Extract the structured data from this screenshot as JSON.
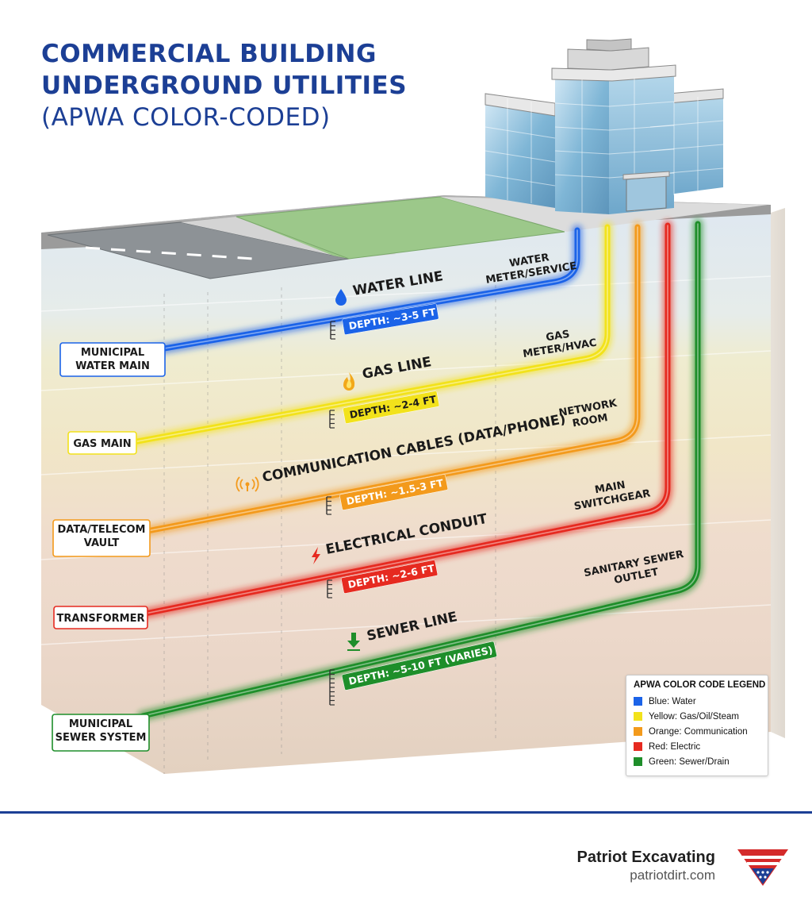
{
  "title": {
    "line1": "COMMERCIAL BUILDING",
    "line2": "UNDERGROUND UTILITIES",
    "line3": "(APWA COLOR-CODED)"
  },
  "utilities": [
    {
      "key": "water",
      "color": "#1b63e8",
      "name": "WATER LINE",
      "depth": "DEPTH: ~3-5 FT",
      "source": [
        "MUNICIPAL",
        "WATER MAIN"
      ],
      "building_end": [
        "WATER",
        "METER/SERVICE"
      ],
      "icon": "water-drop-icon"
    },
    {
      "key": "gas",
      "color": "#f2e21b",
      "name": "GAS LINE",
      "depth": "DEPTH: ~2-4 FT",
      "source": [
        "GAS MAIN"
      ],
      "building_end": [
        "GAS",
        "METER/HVAC"
      ],
      "icon": "flame-icon"
    },
    {
      "key": "comm",
      "color": "#f39a1c",
      "name": "COMMUNICATION CABLES (DATA/PHONE)",
      "depth": "DEPTH: ~1.5-3 FT",
      "source": [
        "DATA/TELECOM",
        "VAULT"
      ],
      "building_end": [
        "NETWORK",
        "ROOM"
      ],
      "icon": "antenna-icon"
    },
    {
      "key": "electric",
      "color": "#e62a20",
      "name": "ELECTRICAL CONDUIT",
      "depth": "DEPTH: ~2-6 FT",
      "source": [
        "TRANSFORMER"
      ],
      "building_end": [
        "MAIN",
        "SWITCHGEAR"
      ],
      "icon": "lightning-icon"
    },
    {
      "key": "sewer",
      "color": "#1e8e2a",
      "name": "SEWER LINE",
      "depth": "DEPTH: ~5-10 FT (VARIES)",
      "source": [
        "MUNICIPAL",
        "SEWER SYSTEM"
      ],
      "building_end": [
        "SANITARY SEWER",
        "OUTLET"
      ],
      "icon": "down-arrow-icon"
    }
  ],
  "legend": {
    "title": "APWA COLOR CODE LEGEND",
    "items": [
      {
        "color": "#1b63e8",
        "label": "Blue: Water"
      },
      {
        "color": "#f2e21b",
        "label": "Yellow: Gas/Oil/Steam"
      },
      {
        "color": "#f39a1c",
        "label": "Orange: Communication"
      },
      {
        "color": "#e62a20",
        "label": "Red: Electric"
      },
      {
        "color": "#1e8e2a",
        "label": "Green: Sewer/Drain"
      }
    ]
  },
  "brand": {
    "name": "Patriot Excavating",
    "url": "patriotdirt.com"
  },
  "colors": {
    "title": "#1c3f95",
    "soil_strata": [
      "#dde7ef",
      "#ebe8cc",
      "#eee3c6",
      "#ecd9cc",
      "#e9d6c9",
      "#e7d4c5",
      "#e5d2c3"
    ]
  }
}
